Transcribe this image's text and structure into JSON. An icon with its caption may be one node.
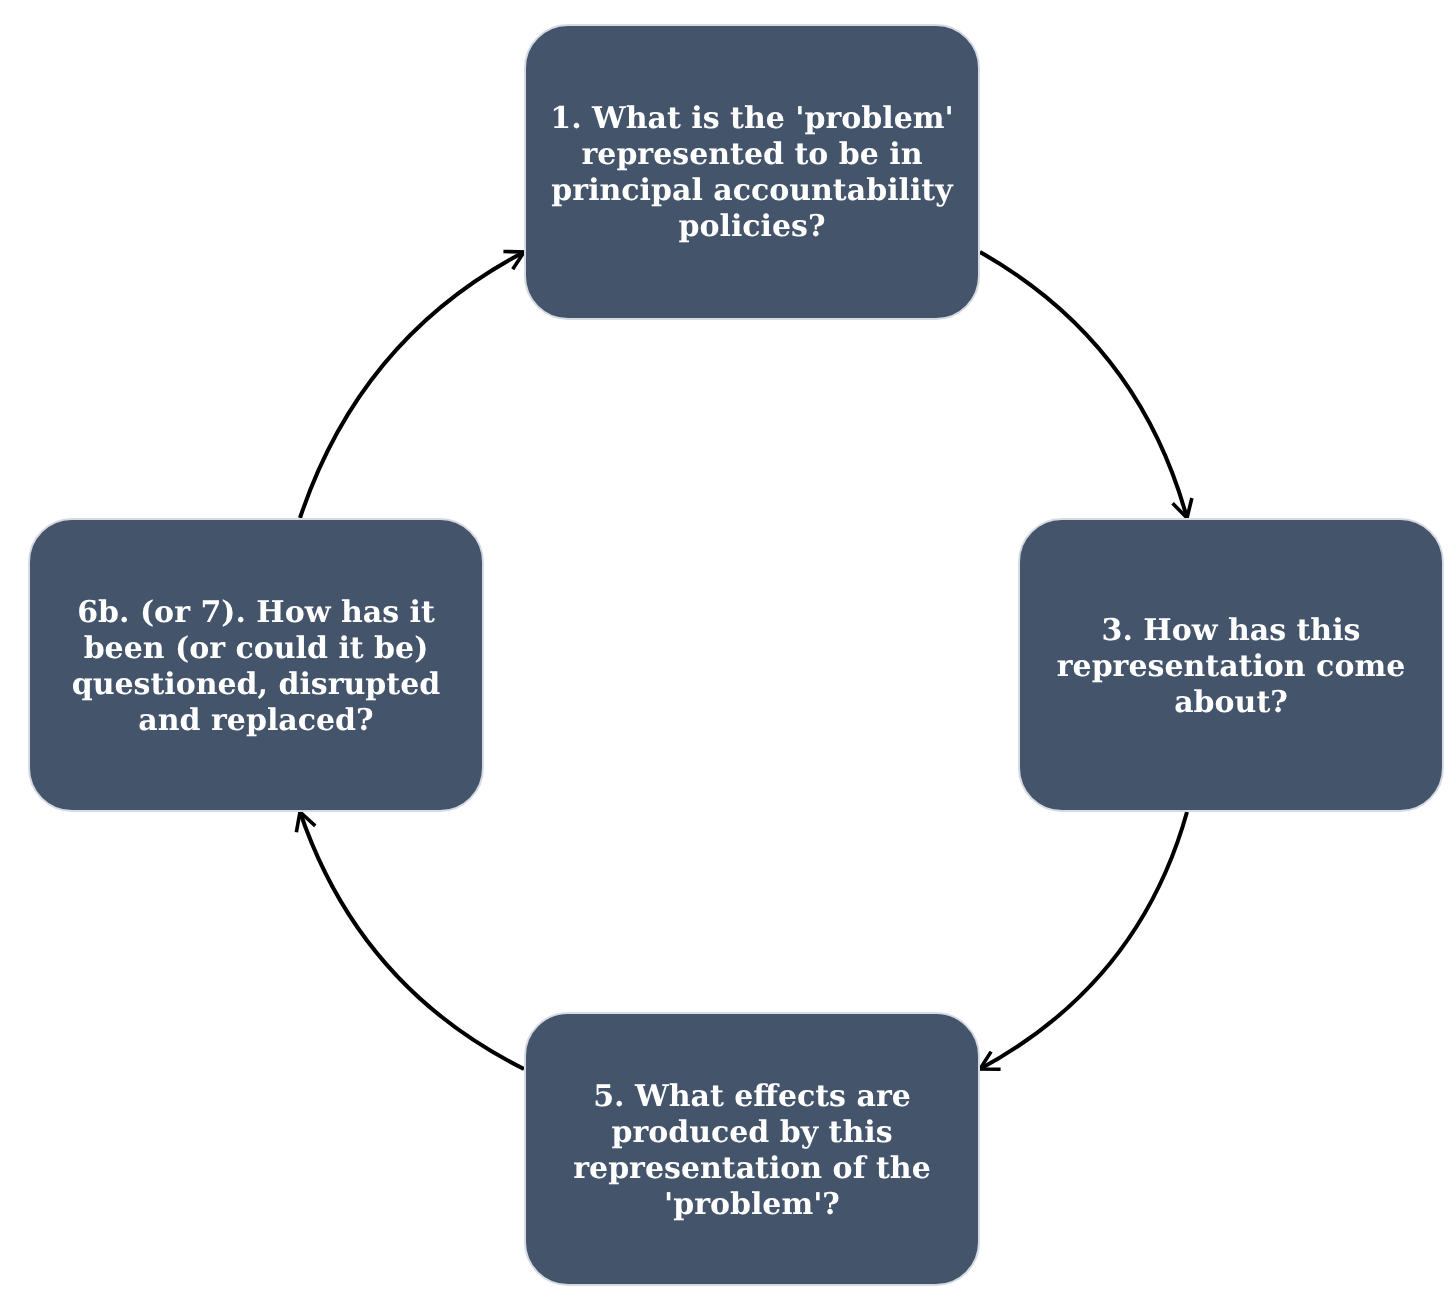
{
  "diagram": {
    "nodes": [
      {
        "text": [
          "1. What is the 'problem' represented to be in principal accountability policies?"
        ]
      },
      {
        "text": [
          "3. How has this representation come about?"
        ]
      },
      {
        "text": [
          "5. What effects are produced by this representation of the 'problem'?"
        ]
      },
      {
        "text": [
          "6b. (or 7). How has it been (or could it be) questioned, disrupted and replaced?"
        ]
      }
    ],
    "edges": [
      {
        "from": 0,
        "to": 1,
        "arrow": "to"
      },
      {
        "from": 1,
        "to": 2,
        "arrow": "to"
      },
      {
        "from": 2,
        "to": 3,
        "arrow": "to"
      },
      {
        "from": 3,
        "to": 0,
        "arrow": "to"
      }
    ]
  }
}
